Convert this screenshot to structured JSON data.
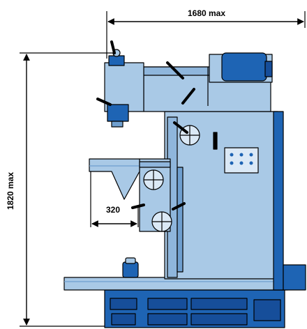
{
  "dimensions": {
    "width_label": "1680  max",
    "height_label": "1820  max",
    "table_label": "320"
  },
  "colors": {
    "body": "#a9c9e6",
    "body_dark": "#6f9fcf",
    "accent_blue": "#1e64b4",
    "deep_blue": "#164e9a",
    "outline": "#000000",
    "dimension_line": "#000000",
    "background": "#ffffff"
  },
  "icons": [
    "dimension-arrow",
    "handwheel",
    "lever",
    "control-panel",
    "motor"
  ]
}
